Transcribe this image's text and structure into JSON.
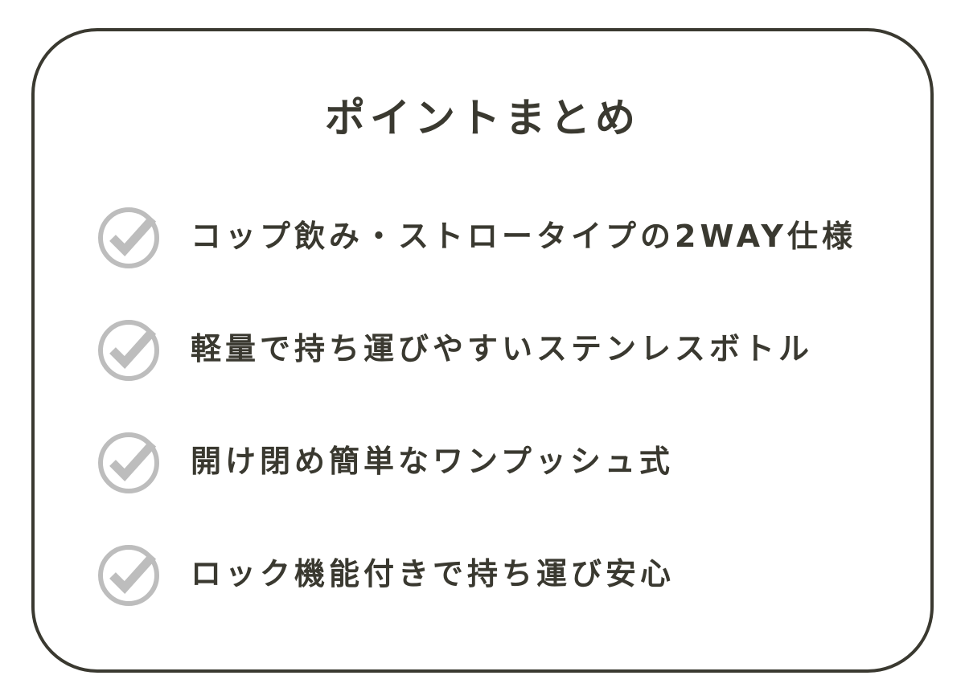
{
  "title": "ポイントまとめ",
  "items": [
    {
      "label": "コップ飲み・ストロータイプの2WAY仕様",
      "icon": "check-circle-icon"
    },
    {
      "label": "軽量で持ち運びやすいステンレスボトル",
      "icon": "check-circle-icon"
    },
    {
      "label": "開け閉め簡単なワンプッシュ式",
      "icon": "check-circle-icon"
    },
    {
      "label": "ロック機能付きで持ち運び安心",
      "icon": "check-circle-icon"
    }
  ],
  "colors": {
    "text": "#3a3930",
    "border": "#3a3930",
    "icon": "#bdbdbd"
  }
}
